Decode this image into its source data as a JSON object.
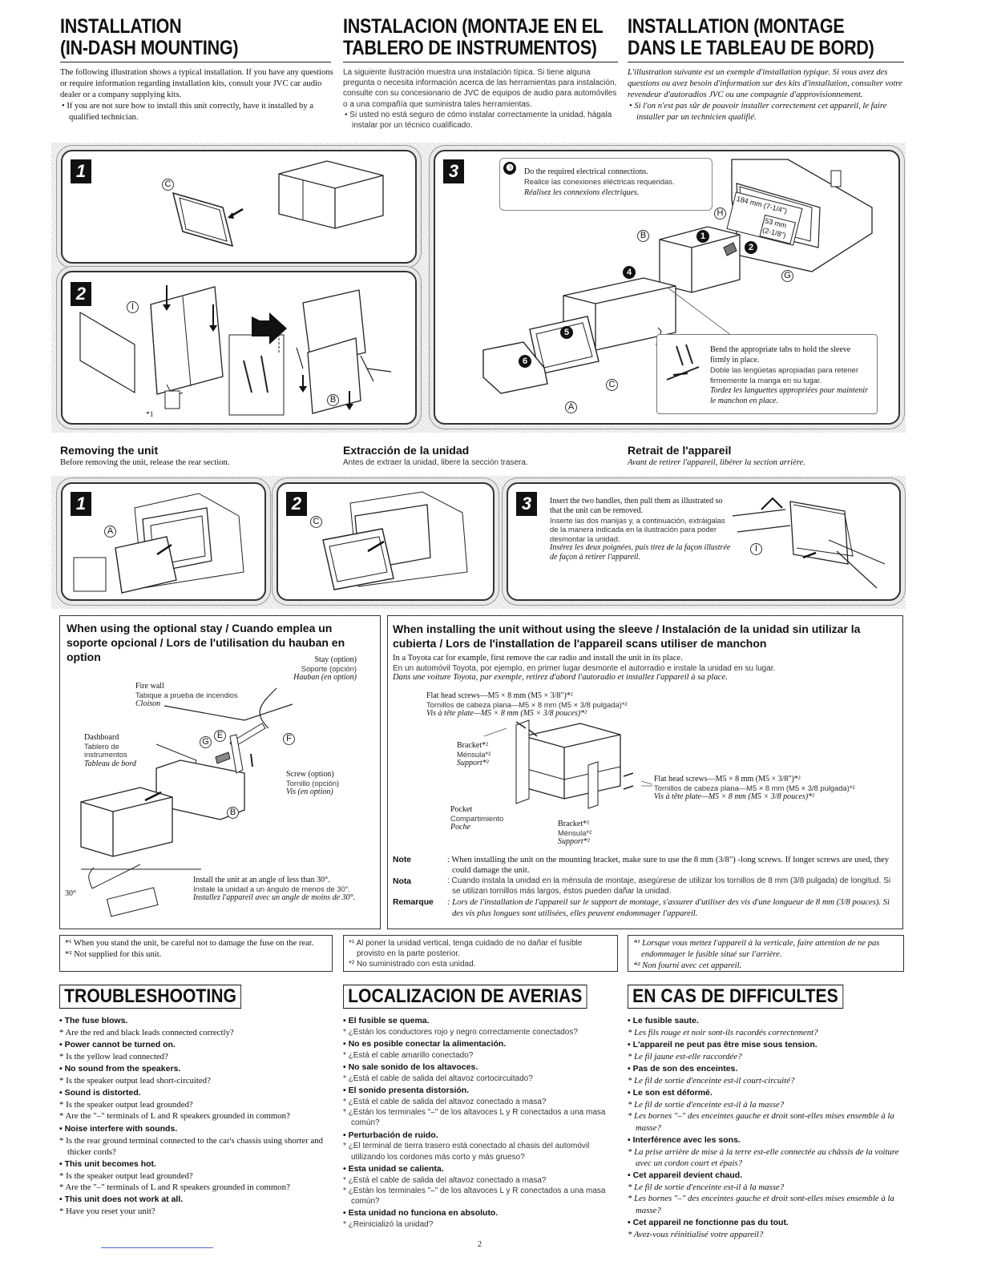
{
  "headings": {
    "en": [
      "INSTALLATION",
      "(IN-DASH MOUNTING)"
    ],
    "es": [
      "INSTALACION (MONTAJE EN EL",
      "TABLERO DE INSTRUMENTOS)"
    ],
    "fr": [
      "INSTALLATION (MONTAGE",
      "DANS LE TABLEAU DE BORD)"
    ]
  },
  "intro": {
    "en": [
      "The following illustration shows a typical installation. If you have any questions or require information regarding installation kits, consult your JVC car audio dealer or a company supplying kits.",
      "• If you are not sure how to install this unit correctly, have it installed by a qualified technician."
    ],
    "es": [
      "La siguiente ilustración muestra una instalación típica. Si tiene alguna pregunta o necesita información acerca de las herramientas para instalación, consulte con su concesionario de JVC de equipos de audio para automóviles o a una compañía que suministra tales herramientas.",
      "• Si usted no está seguro de cómo instalar correctamente la unidad, hágala instalar por un técnico cualificado."
    ],
    "fr": [
      "L'illustration suivante est un exemple d'installation typique. Si vous avez des questions ou avez besoin d'information sur des kits d'installation, consulter votre revendeur d'autoradios JVC ou une compagnie d'approvisionnement.",
      "• Si l'on n'est pas sûr de pouvoir installer correctement cet appareil, le faire installer par un technicien qualifié."
    ]
  },
  "install_steps": [
    "1",
    "2",
    "3"
  ],
  "step3_callout": {
    "marker": "❸",
    "en": "Do the required electrical connections.",
    "es": "Realice las conexiones eléctricas requeridas.",
    "fr": "Réalisez les connexions électriques."
  },
  "bend_callout": {
    "en": "Bend the appropriate tabs to hold the sleeve firmly in place.",
    "es": "Doble las lengüetas apropiadas para retener firmemente la manga en su lugar.",
    "fr": "Tordez les languettes appropriées pour maintenir le manchon en place."
  },
  "dimensions": [
    "184 mm (7-1/4\")",
    "53 mm (2-1/8\")"
  ],
  "callout_letters": [
    "A",
    "B",
    "C",
    "G",
    "H",
    "I",
    "E",
    "F"
  ],
  "numbered_markers": [
    "1",
    "2",
    "4",
    "5",
    "6"
  ],
  "footnote_marker_1": "*1",
  "removing": {
    "en": {
      "title": "Removing the unit",
      "text": "Before removing the unit, release the rear section."
    },
    "es": {
      "title": "Extracción de la unidad",
      "text": "Antes de extraer la unidad, libere la sección trasera."
    },
    "fr": {
      "title": "Retrait de l'appareil",
      "text": "Avant de retirer l'appareil, libérer la section arrière."
    }
  },
  "removing_step3": {
    "en": "Insert the two handles, then pull them as illustrated so that the unit can be removed.",
    "es": "Inserte las dos manijas y, a continuación, extráigalas de la manera indicada en la ilustración para poder desmontar la unidad.",
    "fr": "Insérez les deux poignées, puis tirez de la façon illustrée de façon à retirer l'appareil."
  },
  "stay": {
    "title": "When using the optional stay / Cuando emplea un soporte opcional / Lors de l'utilisation du hauban en option",
    "stay_label": {
      "en": "Stay (option)",
      "es": "Soporte (opción)",
      "fr": "Hauban (en option)"
    },
    "firewall": {
      "en": "Fire wall",
      "es": "Tabique a prueba de incendios",
      "fr": "Cloison"
    },
    "dashboard": {
      "en": "Dashboard",
      "es": "Tablero de instrumentos",
      "fr": "Tableau de bord"
    },
    "screw": {
      "en": "Screw (option)",
      "es": "Tornillo (opción)",
      "fr": "Vis (en option)"
    },
    "angle_label": "30°",
    "angle_text": {
      "en": "Install the unit at an angle of less than 30°.",
      "es": "Instale la unidad a un ángulo de menos de 30°.",
      "fr": "Installez l'appareil avec un angle de moins de 30°."
    }
  },
  "nosleeve": {
    "title": "When installing the unit without using the sleeve / Instalación de la unidad sin utilizar la cubierta / Lors de l'installation de l'appareil scans utiliser de manchon",
    "intro": {
      "en": "In a Toyota car for example, first remove the car radio and install the unit in its place.",
      "es": "En un automóvil Toyota, por ejemplo, en primer lugar desmonte el autorradio e instale la unidad en su lugar.",
      "fr": "Dans une voiture Toyota, par exemple, retirez d'abord l'autoradio et installez l'appareil à sa place."
    },
    "screws": {
      "en": "Flat head screws—M5 × 8 mm (M5 × 3/8\")*²",
      "es": "Tornillos de cabeza plana—M5 × 8 mm (M5 × 3/8 pulgada)*²",
      "fr": "Vis à tête plate—M5 × 8 mm (M5 × 3/8 pouces)*²"
    },
    "bracket": {
      "en": "Bracket*²",
      "es": "Ménsula*²",
      "fr": "Support*²"
    },
    "pocket": {
      "en": "Pocket",
      "es": "Compartimiento",
      "fr": "Poche"
    },
    "notes": [
      {
        "label": "Note",
        "text": ": When installing the unit on the mounting bracket, make sure to use the 8 mm (3/8\") -long screws. If longer screws are used, they could damage the unit."
      },
      {
        "label": "Nota",
        "text": ": Cuando instala la unidad en la ménsula de montaje, asegúrese de utilizar los tornillos de 8 mm (3/8 pulgada) de longitud. Si se utilizan tornillos más largos, éstos pueden dañar la unidad."
      },
      {
        "label": "Remarque",
        "text": ": Lors de l'installation de l'appareil sur le support de montage, s'assurer d'utiliser des vis d'une longueur de 8 mm (3/8 pouces). Si des vis plus longues sont utilisées, elles peuvent endommager l'appareil."
      }
    ]
  },
  "footnotes": {
    "en": [
      "*¹ When you stand the unit, be careful not to damage the fuse on the rear.",
      "*² Not supplied for this unit."
    ],
    "es": [
      "*¹ Al poner la unidad vertical, tenga cuidado de no dañar el fusible provisto en la parte posterior.",
      "*² No suministrado con esta unidad."
    ],
    "fr": [
      "*¹ Lorsque vous mettez l'appareil à la verticale, faire attention de ne pas endommager le fusible situé sur l'arrière.",
      "*² Non fourni avec cet appareil."
    ]
  },
  "troubleshooting": {
    "en": {
      "title": "TROUBLESHOOTING",
      "items": [
        {
          "q": "The fuse blows.",
          "a": [
            "Are the red and black leads connected correctly?"
          ]
        },
        {
          "q": "Power cannot be turned on.",
          "a": [
            "Is the yellow lead connected?"
          ]
        },
        {
          "q": "No sound from the speakers.",
          "a": [
            "Is the speaker output lead short-circuited?"
          ]
        },
        {
          "q": "Sound is distorted.",
          "a": [
            "Is the speaker output lead grounded?",
            "Are the \"–\" terminals of L and R speakers grounded in common?"
          ]
        },
        {
          "q": "Noise interfere with sounds.",
          "a": [
            "Is the rear ground terminal connected to the car's chassis using shorter and thicker cords?"
          ]
        },
        {
          "q": "This unit becomes hot.",
          "a": [
            "Is the speaker output lead grounded?",
            "Are the \"–\" terminals of L and R speakers grounded in common?"
          ]
        },
        {
          "q": "This unit does not work at all.",
          "a": [
            "Have you reset your unit?"
          ]
        }
      ]
    },
    "es": {
      "title": "LOCALIZACION DE AVERIAS",
      "items": [
        {
          "q": "El fusible se quema.",
          "a": [
            "¿Están los conductores rojo y negro correctamente conectados?"
          ]
        },
        {
          "q": "No es posible conectar la alimentación.",
          "a": [
            "¿Está el cable amarillo conectado?"
          ]
        },
        {
          "q": "No sale sonido de los altavoces.",
          "a": [
            "¿Está el cable de salida del altavoz cortocircuitado?"
          ]
        },
        {
          "q": "El sonido presenta distorsión.",
          "a": [
            "¿Está el cable de salida del altavoz conectado a masa?",
            "¿Están los terminales \"–\" de los altavoces L y R conectados a una masa común?"
          ]
        },
        {
          "q": "Perturbación de ruido.",
          "a": [
            "¿El terminal de tierra trasero está conectado al chasis del automóvil utilizando los cordones más corto y más grueso?"
          ]
        },
        {
          "q": "Esta unidad se calienta.",
          "a": [
            "¿Está el cable de salida del altavoz conectado a masa?",
            "¿Están los terminales \"–\" de los altavoces L y R conectados a una masa común?"
          ]
        },
        {
          "q": "Esta unidad no funciona en absoluto.",
          "a": [
            "¿Reinicializó la unidad?"
          ]
        }
      ]
    },
    "fr": {
      "title": "EN CAS DE DIFFICULTES",
      "items": [
        {
          "q": "Le fusible saute.",
          "a": [
            "Les fils rouge et noir sont-ils racordés correctement?"
          ]
        },
        {
          "q": "L'appareil ne peut pas être mise sous tension.",
          "a": [
            "Le fil jaune est-elle raccordée?"
          ]
        },
        {
          "q": "Pas de son des enceintes.",
          "a": [
            "Le fil de sortie d'enceinte est-il court-circuité?"
          ]
        },
        {
          "q": "Le son est déformé.",
          "a": [
            "Le fil de sortie d'enceinte est-il à la masse?",
            "Les bornes \"–\" des enceintes gauche et droit sont-elles mises ensemble à la masse?"
          ]
        },
        {
          "q": "Interférence avec les sons.",
          "a": [
            "La prise arrière de mise à la terre est-elle connectée au châssis de la voiture avec un cordon court et épais?"
          ]
        },
        {
          "q": "Cet appareil devient chaud.",
          "a": [
            "Le fil de sortie d'enceinte est-il à la masse?",
            "Les bornes \"–\" des enceintes gauche et droit sont-elles mises ensemble à la masse?"
          ]
        },
        {
          "q": "Cet appareil ne fonctionne pas du tout.",
          "a": [
            "Avez-vous réinitialisé votre appareil?"
          ]
        }
      ]
    }
  },
  "page_number": "2"
}
